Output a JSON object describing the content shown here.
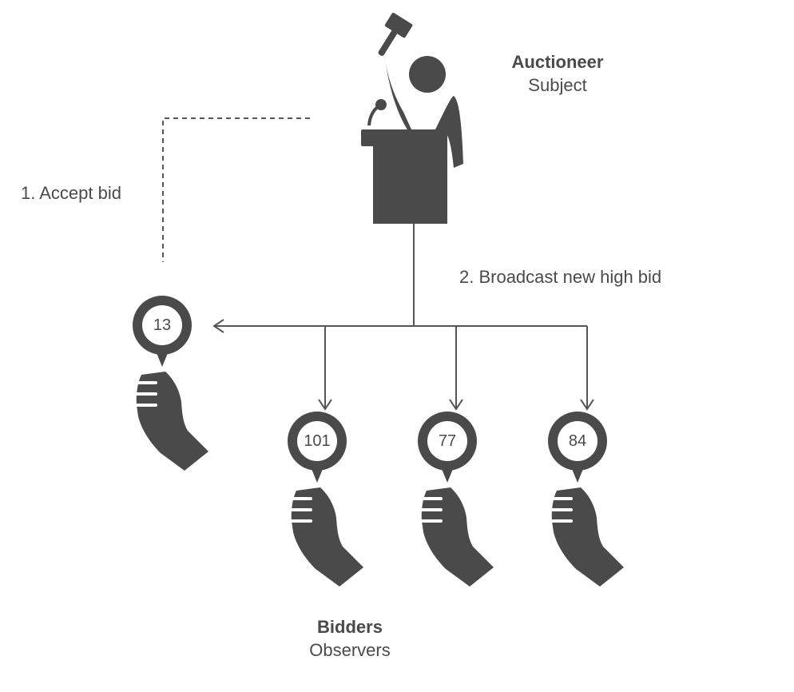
{
  "auctioneer": {
    "title": "Auctioneer",
    "subtitle": "Subject"
  },
  "bidders": {
    "title": "Bidders",
    "subtitle": "Observers"
  },
  "steps": {
    "accept": "1. Accept bid",
    "broadcast": "2. Broadcast new high bid"
  },
  "paddles": [
    "13",
    "101",
    "77",
    "84"
  ],
  "colors": {
    "icon": "#4a4a4a",
    "line": "#555555",
    "text": "#4a4a4a",
    "background": "#ffffff"
  }
}
